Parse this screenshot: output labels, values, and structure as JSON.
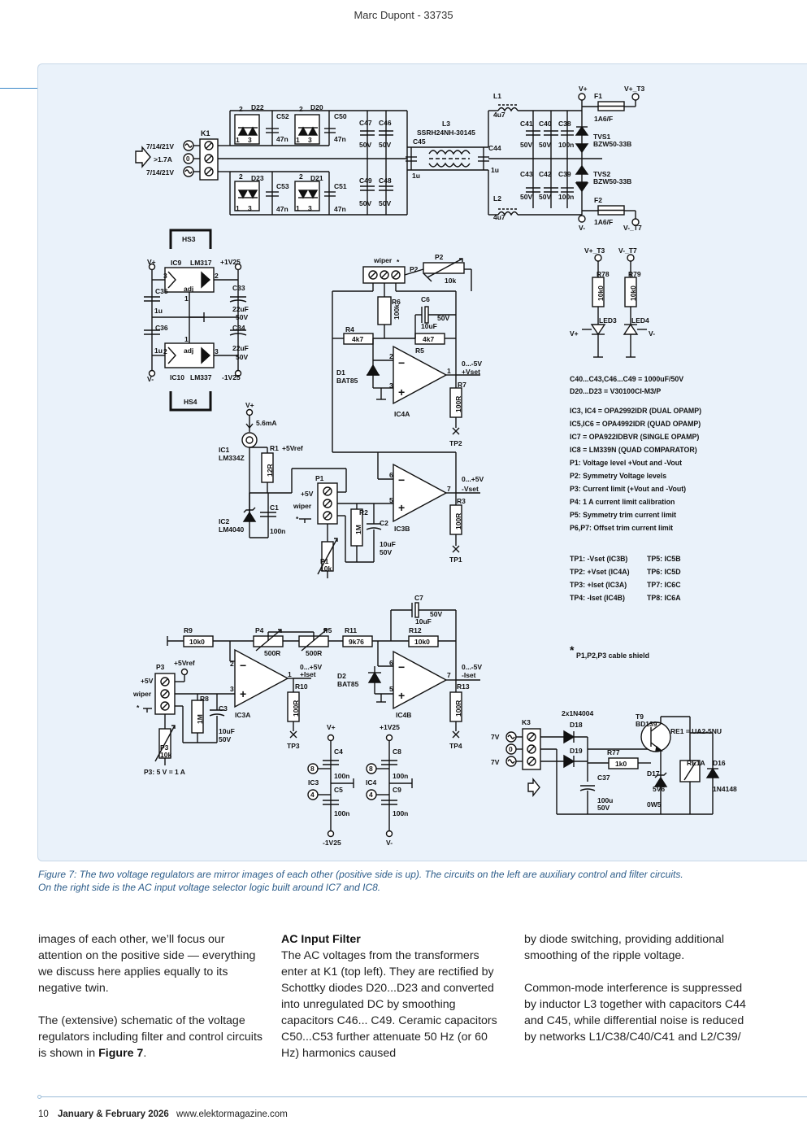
{
  "header": {
    "author": "Marc Dupont - 33735"
  },
  "schematic": {
    "transformer": {
      "k1": "K1",
      "in_top": "7/14/21V",
      "in_mid": ">1.7A",
      "in_bot": "7/14/21V",
      "pin0": "0"
    },
    "rectifier": {
      "d22": "D22",
      "d20": "D20",
      "d23": "D23",
      "d21": "D21",
      "c52": "C52",
      "c50": "C50",
      "c53": "C53",
      "c51": "C51",
      "c52v": "47n",
      "c50v": "47n",
      "c53v": "47n",
      "c51v": "47n",
      "pin1": "1",
      "pin2": "2",
      "pin3": "3"
    },
    "smoothing": {
      "c47": "C47",
      "c46": "C46",
      "c49": "C49",
      "c48": "C48",
      "v50": "50V"
    },
    "filter": {
      "l3": "L3",
      "l3part": "SSRH24NH-30145",
      "c45": "C45",
      "c44": "C44",
      "c45v": "1u",
      "c44v": "1u",
      "l1": "L1",
      "l1v": "4u7",
      "l2": "L2",
      "l2v": "4u7",
      "c41": "C41",
      "c40": "C40",
      "c38": "C38",
      "c43": "C43",
      "c42": "C42",
      "c39": "C39",
      "v50": "50V",
      "v100n": "100n"
    },
    "protection": {
      "vplus": "V+",
      "vplus_t3": "V+_T3",
      "vminus": "V-",
      "vminus_t7": "V-_T7",
      "f1": "F1",
      "f1v": "1A6/F",
      "f2": "F2",
      "f2v": "1A6/F",
      "tvs1": "TVS1",
      "tvs1v": "BZW50-33B",
      "tvs2": "TVS2",
      "tvs2v": "BZW50-33B"
    },
    "aux_supply": {
      "hs3": "HS3",
      "hs4": "HS4",
      "ic9": "IC9",
      "ic9part": "LM317",
      "ic10": "IC10",
      "ic10part": "LM337",
      "adj": "adj",
      "vplus": "V+",
      "vminus": "V-",
      "p125": "+1V25",
      "m125": "-1V25",
      "c35": "C35",
      "c36": "C36",
      "c33": "C33",
      "c34": "C34",
      "c1u": "1u",
      "c22": "22uF",
      "v50": "50V",
      "pin1": "1",
      "pin2": "2",
      "pin3": "3"
    },
    "voltage_ctrl": {
      "wiper": "wiper",
      "star": "*",
      "p2": "P2",
      "p2v": "10k",
      "r6": "R6",
      "r6v": "100k",
      "c6": "C6",
      "c6v": "10uF",
      "c6v2": "50V",
      "r4": "R4",
      "r4v": "4k7",
      "r5": "R5",
      "r5v": "4k7",
      "d1": "D1",
      "d1v": "BAT85",
      "ic4a": "IC4A",
      "vset_p": "0...-5V",
      "vset_p2": "+Vset",
      "r7": "R7",
      "r7v": "100R",
      "tp2": "TP2",
      "pin1": "1",
      "pin2": "2",
      "pin3": "3"
    },
    "reference": {
      "vplus": "V+",
      "ma": "5.6mA",
      "ic1": "IC1",
      "ic1part": "LM334Z",
      "r1": "R1",
      "r1v": "12R",
      "vref": "+5Vref",
      "ic2": "IC2",
      "ic2part": "LM4040",
      "c1": "C1",
      "c1v": "100n",
      "p1": "P1",
      "p5v": "+5V",
      "wiper": "wiper",
      "star": "*",
      "r2": "R2",
      "r2v": "1M",
      "c2": "C2",
      "c2v": "10uF",
      "c2v2": "50V",
      "p1v": "10k",
      "ic3b": "IC3B",
      "vset_m": "0...+5V",
      "vset_m2": "-Vset",
      "r3": "R3",
      "r3v": "100R",
      "tp1": "TP1",
      "pin5": "5",
      "pin6": "6",
      "pin7": "7"
    },
    "current_ctrl": {
      "r9": "R9",
      "r9v": "10k0",
      "p4": "P4",
      "p4v": "500R",
      "p5": "P5",
      "p5v": "500R",
      "r11": "R11",
      "r11v": "9k76",
      "r12": "R12",
      "r12v": "10k0",
      "c7": "C7",
      "c7v": "10uF",
      "c7v2": "50V",
      "p3": "P3",
      "vref": "+5Vref",
      "p5v_lbl": "+5V",
      "wiper": "wiper",
      "star": "*",
      "r8": "R8",
      "r8v": "1M",
      "c3": "C3",
      "c3v": "10uF",
      "c3v2": "50V",
      "p3v": "10k",
      "p3note": "P3: 5 V = 1 A",
      "ic3a": "IC3A",
      "iset_p": "0...+5V",
      "iset_p2": "+Iset",
      "r10": "R10",
      "r10v": "100R",
      "tp3": "TP3",
      "d2": "D2",
      "d2v": "BAT85",
      "ic4b": "IC4B",
      "iset_m": "0...-5V",
      "iset_m2": "-Iset",
      "r13": "R13",
      "r13v": "100R",
      "tp4": "TP4",
      "pin1": "1",
      "pin2": "2",
      "pin3": "3",
      "pin5": "5",
      "pin6": "6",
      "pin7": "7"
    },
    "decoupling": {
      "vplus": "V+",
      "p125": "+1V25",
      "m125": "-1V25",
      "vminus": "V-",
      "c4": "C4",
      "c5": "C5",
      "c8": "C8",
      "c9": "C9",
      "v100n": "100n",
      "ic3": "IC3",
      "ic4": "IC4",
      "pin8": "8",
      "pin4": "4"
    },
    "leds": {
      "vplus_t3": "V+_T3",
      "vminus_t7": "V-_T7",
      "r78": "R78",
      "r79": "R79",
      "r10k": "10k0",
      "led3": "LED3",
      "led4": "LED4",
      "vplus": "V+",
      "vminus": "V-"
    },
    "selector": {
      "k3": "K3",
      "in1": "7V",
      "in2": "7V",
      "pin0": "0",
      "d18": "D18",
      "d19": "D19",
      "dpart": "2x1N4004",
      "t9": "T9",
      "t9part": "BD139",
      "r77": "R77",
      "r77v": "1k0",
      "c37": "C37",
      "c37v": "100u",
      "c37v2": "50V",
      "d17": "D17",
      "d17v": "5V6",
      "d17v2": "0W5",
      "re1": "RE1 = UA2-5NU",
      "re1a": "RE1A",
      "d16": "D16",
      "d16v": "1N4148"
    },
    "notes": [
      "C40...C43,C46...C49 = 1000uF/50V",
      "D20...D23 = V30100CI-M3/P",
      "IC3, IC4 = OPA2992IDR (DUAL OPAMP)",
      "IC5,IC6 = OPA4992IDR (QUAD OPAMP)",
      "IC7 = OPA922IDBVR (SINGLE OPAMP)",
      "IC8 = LM339N (QUAD COMPARATOR)",
      "P1: Voltage level +Vout and -Vout",
      "P2: Symmetry Voltage levels",
      "P3: Current limit (+Vout and -Vout)",
      "P4: 1 A current limit calibration",
      "P5: Symmetry trim current limit",
      "P6,P7: Offset trim current limit"
    ],
    "testpoints": [
      [
        "TP1: -Vset (IC3B)",
        "TP5: IC5B"
      ],
      [
        "TP2: +Vset (IC4A)",
        "TP6: IC5D"
      ],
      [
        "TP3: +Iset (IC3A)",
        "TP7: IC6C"
      ],
      [
        "TP4: -Iset (IC4B)",
        "TP8: IC6A"
      ]
    ],
    "shield_star": "*",
    "shield_note": "P1,P2,P3 cable shield"
  },
  "caption": {
    "line1": "Figure 7: The two voltage regulators are mirror images of each other (positive side is up). The circuits on the left are auxiliary control and filter circuits.",
    "line2": "On the right side is the AC input voltage selector logic built around IC7 and IC8."
  },
  "body": {
    "col1": {
      "p1": "images of each other, we’ll focus our attention on the positive side — everything we discuss here applies equally to its negative twin.",
      "p2_pre": "The (extensive) schematic of the voltage regulators including filter and control circuits is shown in ",
      "p2_bold": "Figure 7",
      "p2_post": "."
    },
    "col2": {
      "heading": "AC Input Filter",
      "p1": "The AC voltages from the transformers enter at K1 (top left). They are rectified by Schottky diodes D20...D23 and converted into unregulated DC by smoothing capacitors C46... C49. Ceramic capacitors C50...C53 further attenuate 50 Hz (or 60 Hz) harmonics caused"
    },
    "col3": {
      "p1": "by diode switching, providing additional smoothing of the ripple voltage.",
      "p2": "Common-mode interference is suppressed by inductor L3 together with capacitors C44 and C45, while differential noise is reduced by networks L1/C38/C40/C41 and L2/C39/"
    }
  },
  "footer": {
    "page": "10",
    "issue": "January & February 2026",
    "site": "www.elektormagazine.com"
  }
}
